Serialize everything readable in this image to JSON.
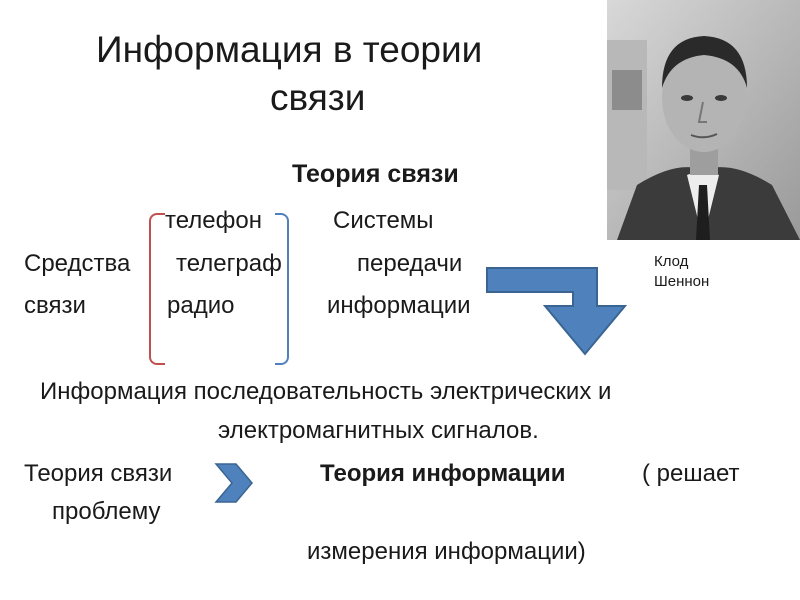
{
  "slide": {
    "title_line1": "Информация в теории",
    "title_line2": "связи",
    "subtitle": "Теория связи",
    "means": {
      "word1": "Средства",
      "word2": "связи",
      "items": [
        "телефон",
        "телеграф",
        "радио"
      ]
    },
    "systems": {
      "line1": "Системы",
      "line2": "передачи",
      "line3": "информации"
    },
    "definition_line1": "Информация последовательность электрических и",
    "definition_line2": "электромагнитных сигналов.",
    "bottom": {
      "from": "Теория связи",
      "to": "Теория информации",
      "paren_open": "( решает",
      "line2": "проблему",
      "line3": "измерения информации)"
    },
    "portrait": {
      "caption_line1": "Клод",
      "caption_line2": "Шеннон"
    },
    "colors": {
      "arrow_blue": "#4f81bd",
      "bracket_red": "#c0504d",
      "bracket_blue": "#4f81bd"
    }
  }
}
